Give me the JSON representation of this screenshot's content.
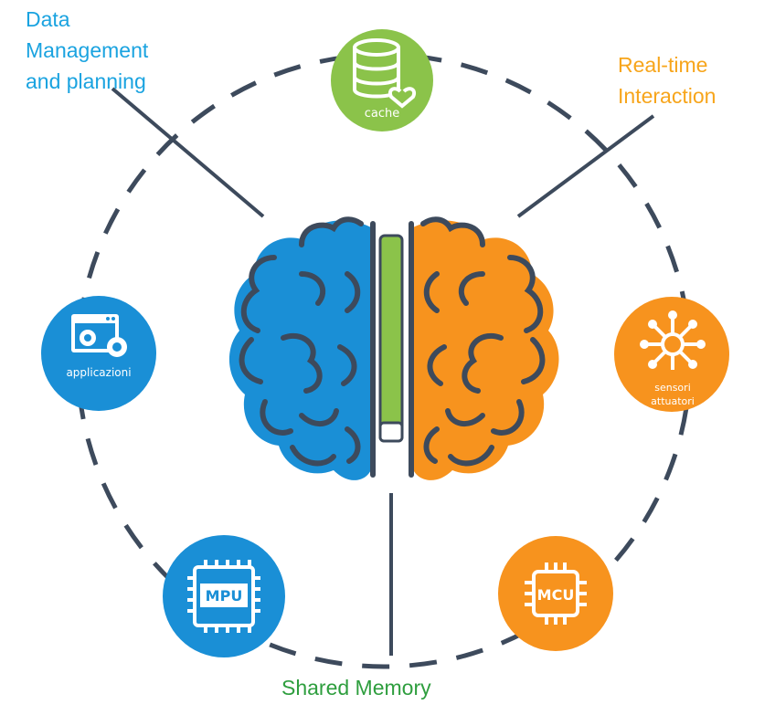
{
  "colors": {
    "blue": "#1a8fd6",
    "orange": "#f7931e",
    "green": "#8bc34a",
    "dark": "#3d4a5c",
    "label_blue": "#1aa3e0",
    "label_orange": "#f7a51b",
    "label_green": "#2e9e3e"
  },
  "labels": {
    "data_mgmt": [
      "Data",
      "Management",
      "and planning"
    ],
    "realtime": [
      "Real-time",
      "Interaction"
    ],
    "shared": "Shared Memory"
  },
  "badges": {
    "cache": "cache",
    "applicazioni": "applicazioni",
    "mpu": "MPU",
    "sensori_line1": "sensori",
    "sensori_line2": "attuatori",
    "mcu": "MCU"
  },
  "icons": {
    "cache": "database-heart-icon",
    "applicazioni": "window-gears-icon",
    "mpu": "chip-icon",
    "sensori": "network-hub-icon",
    "mcu": "chip-icon"
  }
}
